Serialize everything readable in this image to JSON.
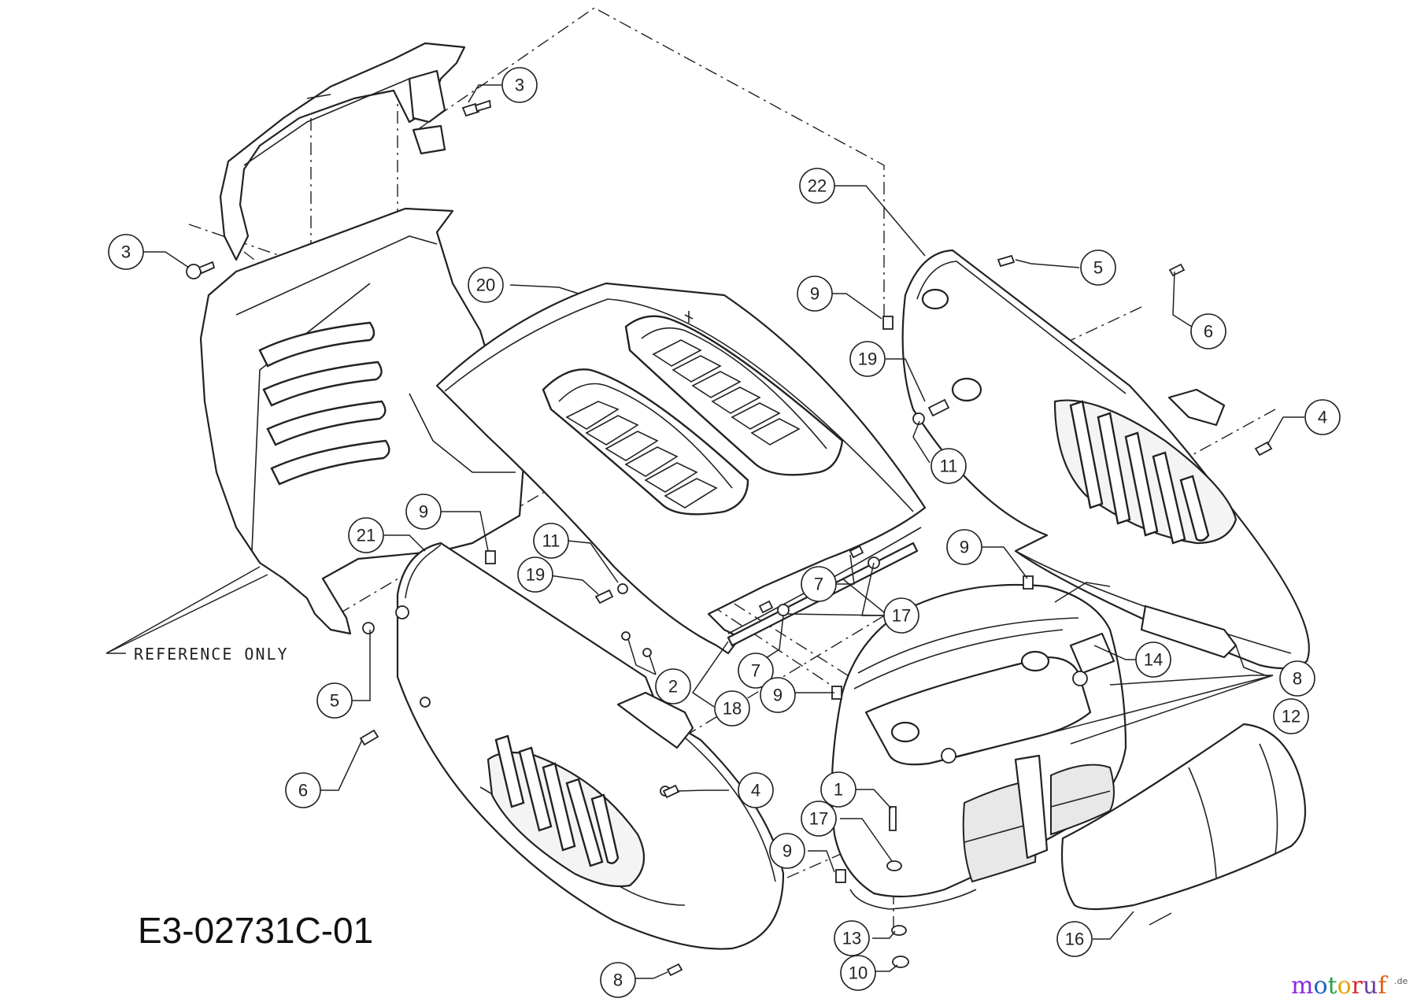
{
  "drawing_number": "E3-02731C-01",
  "reference_note": "REFERENCE ONLY",
  "watermark": {
    "letters": [
      "m",
      "o",
      "t",
      "o",
      "r",
      "u",
      "f"
    ],
    "suffix": ".de",
    "colors": [
      "#8a2be2",
      "#1e63c8",
      "#22a04a",
      "#e6a000",
      "#d8292f",
      "#6b3fa0",
      "#e06010"
    ]
  },
  "callouts": {
    "c1": "1",
    "c2": "2",
    "c3a": "3",
    "c3b": "3",
    "c4a": "4",
    "c4b": "4",
    "c5a": "5",
    "c5b": "5",
    "c6a": "6",
    "c6b": "6",
    "c7a": "7",
    "c7b": "7",
    "c8a": "8",
    "c8b": "8",
    "c9a": "9",
    "c9b": "9",
    "c9c": "9",
    "c9d": "9",
    "c9e": "9",
    "c10": "10",
    "c11a": "11",
    "c11b": "11",
    "c12": "12",
    "c13": "13",
    "c14": "14",
    "c16": "16",
    "c17a": "17",
    "c17b": "17",
    "c18": "18",
    "c19a": "19",
    "c19b": "19",
    "c20": "20",
    "c21": "21",
    "c22": "22"
  }
}
